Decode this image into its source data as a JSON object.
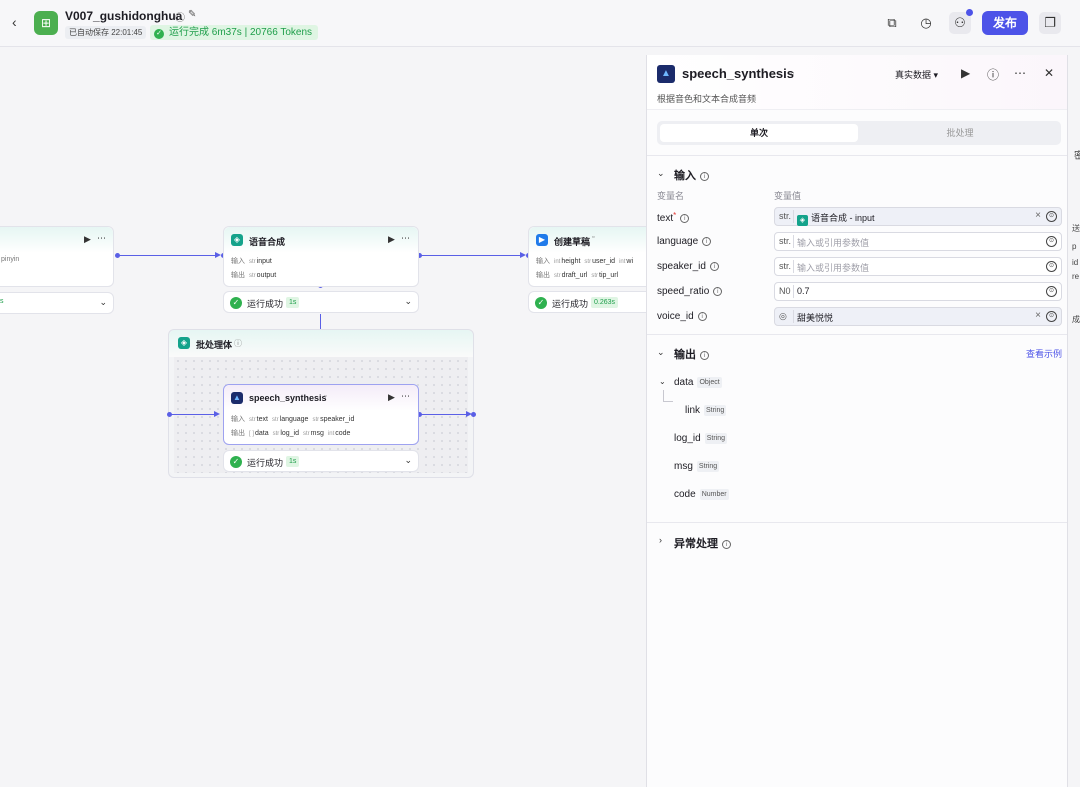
{
  "header": {
    "back_icon": "chevron-left-icon",
    "app_name": "V007_gushidonghua",
    "autosave": "已自动保存 22:01:45",
    "run_status": "运行完成 6m37s | 20766 Tokens",
    "publish_label": "发布"
  },
  "canvas": {
    "left_node": {
      "param": "pinyin",
      "status_time": "s"
    },
    "speech_node": {
      "title": "语音合成",
      "input_label": "输入",
      "input_tag": "str",
      "input_value": "input",
      "output_label": "输出",
      "output_tag": "str",
      "output_value": "output",
      "status": "运行成功",
      "time": "1s"
    },
    "draft_node": {
      "title": "创建草稿",
      "input_label": "输入",
      "in1_tag": "int",
      "in1": "height",
      "in2_tag": "str",
      "in2": "user_id",
      "in3_tag": "int",
      "in3": "wi",
      "output_label": "输出",
      "out1_tag": "str",
      "out1": "draft_url",
      "out2_tag": "str",
      "out2": "tip_url",
      "status": "运行成功",
      "time": "0.263s"
    },
    "batch": {
      "title": "批处理体",
      "inner_node": {
        "title": "speech_synthesis",
        "input_label": "输入",
        "in1_tag": "str",
        "in1": "text",
        "in2_tag": "str",
        "in2": "language",
        "in3_tag": "str",
        "in3": "speaker_id",
        "output_label": "输出",
        "out1_tag": "[ ]",
        "out1": "data",
        "out2_tag": "str",
        "out2": "log_id",
        "out3_tag": "str",
        "out3": "msg",
        "out4_tag": "int",
        "out4": "code",
        "status": "运行成功",
        "time": "1s"
      }
    }
  },
  "panel": {
    "title": "speech_synthesis",
    "description": "根据音色和文本合成音频",
    "data_mode": "真实数据",
    "tabs": [
      "单次",
      "批处理"
    ],
    "input_section": "输入",
    "col_name": "变量名",
    "col_value": "变量值",
    "inputs": [
      {
        "name": "text",
        "required": "*",
        "type": "str.",
        "value": "语音合成 - input",
        "kind": "ref"
      },
      {
        "name": "language",
        "type": "str.",
        "placeholder": "输入或引用参数值"
      },
      {
        "name": "speaker_id",
        "type": "str.",
        "placeholder": "输入或引用参数值"
      },
      {
        "name": "speed_ratio",
        "type": "N0",
        "value": "0.7"
      },
      {
        "name": "voice_id",
        "type": "◎",
        "value": "甜美悦悦",
        "kind": "enum"
      }
    ],
    "output_section": "输出",
    "view_example": "查看示例",
    "outputs": [
      {
        "name": "data",
        "type": "Object"
      },
      {
        "name": "link",
        "type": "String"
      },
      {
        "name": "log_id",
        "type": "String"
      },
      {
        "name": "msg",
        "type": "String"
      },
      {
        "name": "code",
        "type": "Number"
      }
    ],
    "exception_section": "异常处理"
  },
  "right_edge": [
    "密",
    "送",
    "p",
    "id",
    "re",
    "成"
  ]
}
